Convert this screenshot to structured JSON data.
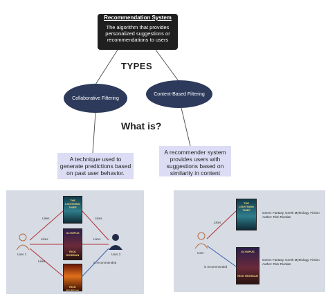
{
  "root": {
    "title": "Recommendation System",
    "description": "The algorithm that provides personalized suggestions or recommendations to users"
  },
  "types_label": "TYPES",
  "what_is_label": "What is?",
  "types": [
    {
      "name": "Collaborative Filtering",
      "definition": "A technique used to generate predictions based on past user behavior."
    },
    {
      "name": "Content-Based Filtering",
      "definition": "A recommender system provides users with suggestions based on similarity in content"
    }
  ],
  "collaborative_example": {
    "user1": "User 1",
    "user2": "User 2",
    "likes": "Likes",
    "recommended": "is recommended",
    "book1_title": "THE LIGHTNING THIEF",
    "book2_title": "OLYMPUS",
    "book2_author": "RICK RIORDAN",
    "book3_author": "RICK RIORDAN"
  },
  "content_example": {
    "user": "User",
    "likes": "Likes",
    "recommended": "is recommended",
    "book1_title": "THE LIGHTNING THIEF",
    "book1_genre": "Genre: Fantasy, Greek Mythology, Fiction",
    "book1_author": "Author: Rick Riordan",
    "book2_title": "OLYMPUS",
    "book2_author_cover": "RICK RIORDAN",
    "book2_genre": "Genre: Fantasy, Greek Mythology, Fiction",
    "book2_author": "Author: Rick Riordan"
  },
  "colors": {
    "dark_box": "#1f1f1f",
    "ellipse": "#2e3a5c",
    "definition_box": "#dcdcf4",
    "panel": "#d6dbe4",
    "likes_line": "#b23030",
    "recommend_line": "#3b5fa8"
  }
}
